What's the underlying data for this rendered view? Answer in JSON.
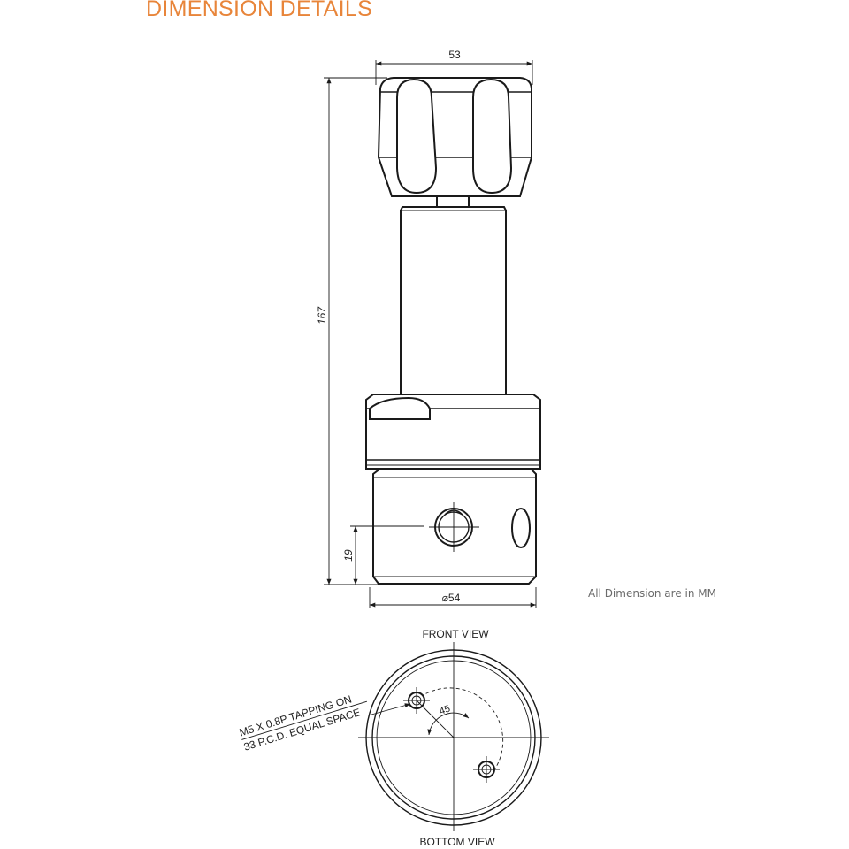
{
  "title": "DIMENSION DETAILS",
  "units_note": "All Dimension are in MM",
  "dimensions": {
    "width_top": "53",
    "height_total": "167",
    "port_height": "19",
    "body_diameter": "⌀54"
  },
  "views": {
    "front": "FRONT VIEW",
    "bottom": "BOTTOM VIEW"
  },
  "callout": {
    "line1": "M5 X 0.8P TAPPING ON",
    "line2": "33 P.C.D. EQUAL SPACE",
    "angle": "45"
  },
  "colors": {
    "title": "#e8853a",
    "line": "#1a1a1a",
    "note": "#6b6b6b"
  }
}
